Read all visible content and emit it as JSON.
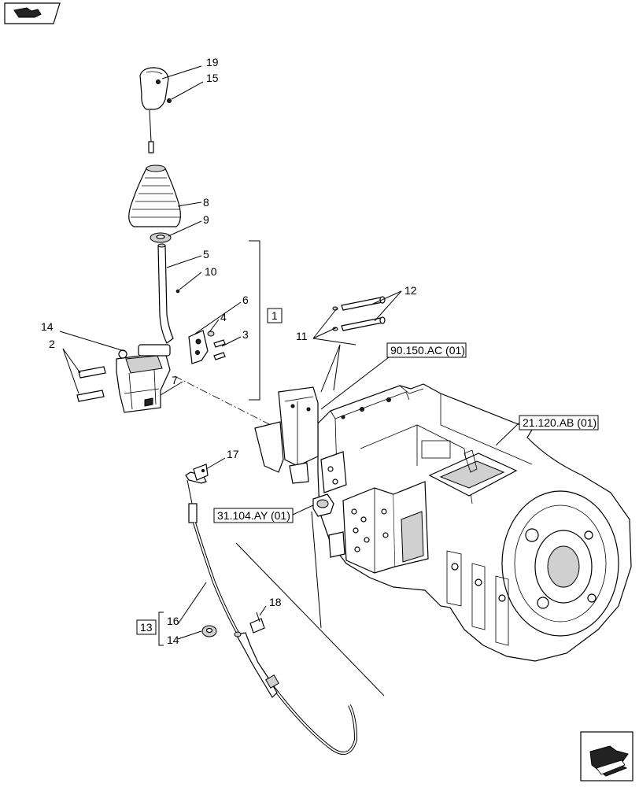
{
  "labels": {
    "c1": "1",
    "c2": "2",
    "c3": "3",
    "c4": "4",
    "c5": "5",
    "c6": "6",
    "c7": "7",
    "c8": "8",
    "c9": "9",
    "c10": "10",
    "c11": "11",
    "c12": "12",
    "c13": "13",
    "c14a": "14",
    "c14b": "14",
    "c15": "15",
    "c16": "16",
    "c17": "17",
    "c18": "18",
    "c19": "19"
  },
  "references": {
    "ref_90150": "90.150.AC (01)",
    "ref_21120": "21.120.AB (01)",
    "ref_31104": "31.104.AY (01)"
  },
  "icons": {
    "top_left": "book-arrow-icon",
    "bottom_right": "next-page-arrow-icon"
  }
}
